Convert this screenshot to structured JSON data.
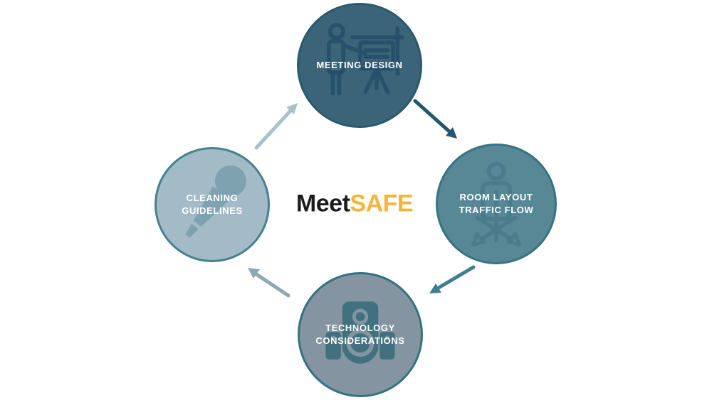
{
  "diagram_title": "MeetSAFE cycle diagram",
  "center": {
    "brand_prefix": "Meet",
    "brand_suffix": "SAFE",
    "prefix_color": "#1c1c1c",
    "suffix_color": "#f4b63a"
  },
  "nodes": [
    {
      "id": "meeting-design",
      "label_lines": [
        "MEETING DESIGN"
      ],
      "icon": "presenter-at-board-icon",
      "fill": "#3b6478",
      "border": "#2a5a6d",
      "icon_color": "#27506a"
    },
    {
      "id": "room-layout-traffic-flow",
      "label_lines": [
        "ROOM LAYOUT",
        "TRAFFIC FLOW"
      ],
      "icon": "person-direction-arrows-icon",
      "fill": "#588796",
      "border": "#377381",
      "icon_color": "#4a7c8c"
    },
    {
      "id": "technology-considerations",
      "label_lines": [
        "TECHNOLOGY",
        "CONSIDERATIONS"
      ],
      "icon": "speaker-system-icon",
      "fill": "#8494a1",
      "border": "#337381",
      "icon_color": "#41717f"
    },
    {
      "id": "cleaning-guidelines",
      "label_lines": [
        "CLEANING",
        "GUIDELINES"
      ],
      "icon": "microphone-icon",
      "fill": "#a3bbc6",
      "border": "#47808f",
      "icon_color": "#7fa2b0"
    }
  ],
  "arrows": [
    {
      "id": "meeting-design-to-room-layout",
      "color": "#24586d"
    },
    {
      "id": "room-layout-to-technology",
      "color": "#3f7e8e"
    },
    {
      "id": "technology-to-cleaning",
      "color": "#8fa7b2"
    },
    {
      "id": "cleaning-to-meeting-design",
      "color": "#a6c1cc"
    }
  ],
  "label_color": "#ffffff",
  "background_color": "#ffffff"
}
